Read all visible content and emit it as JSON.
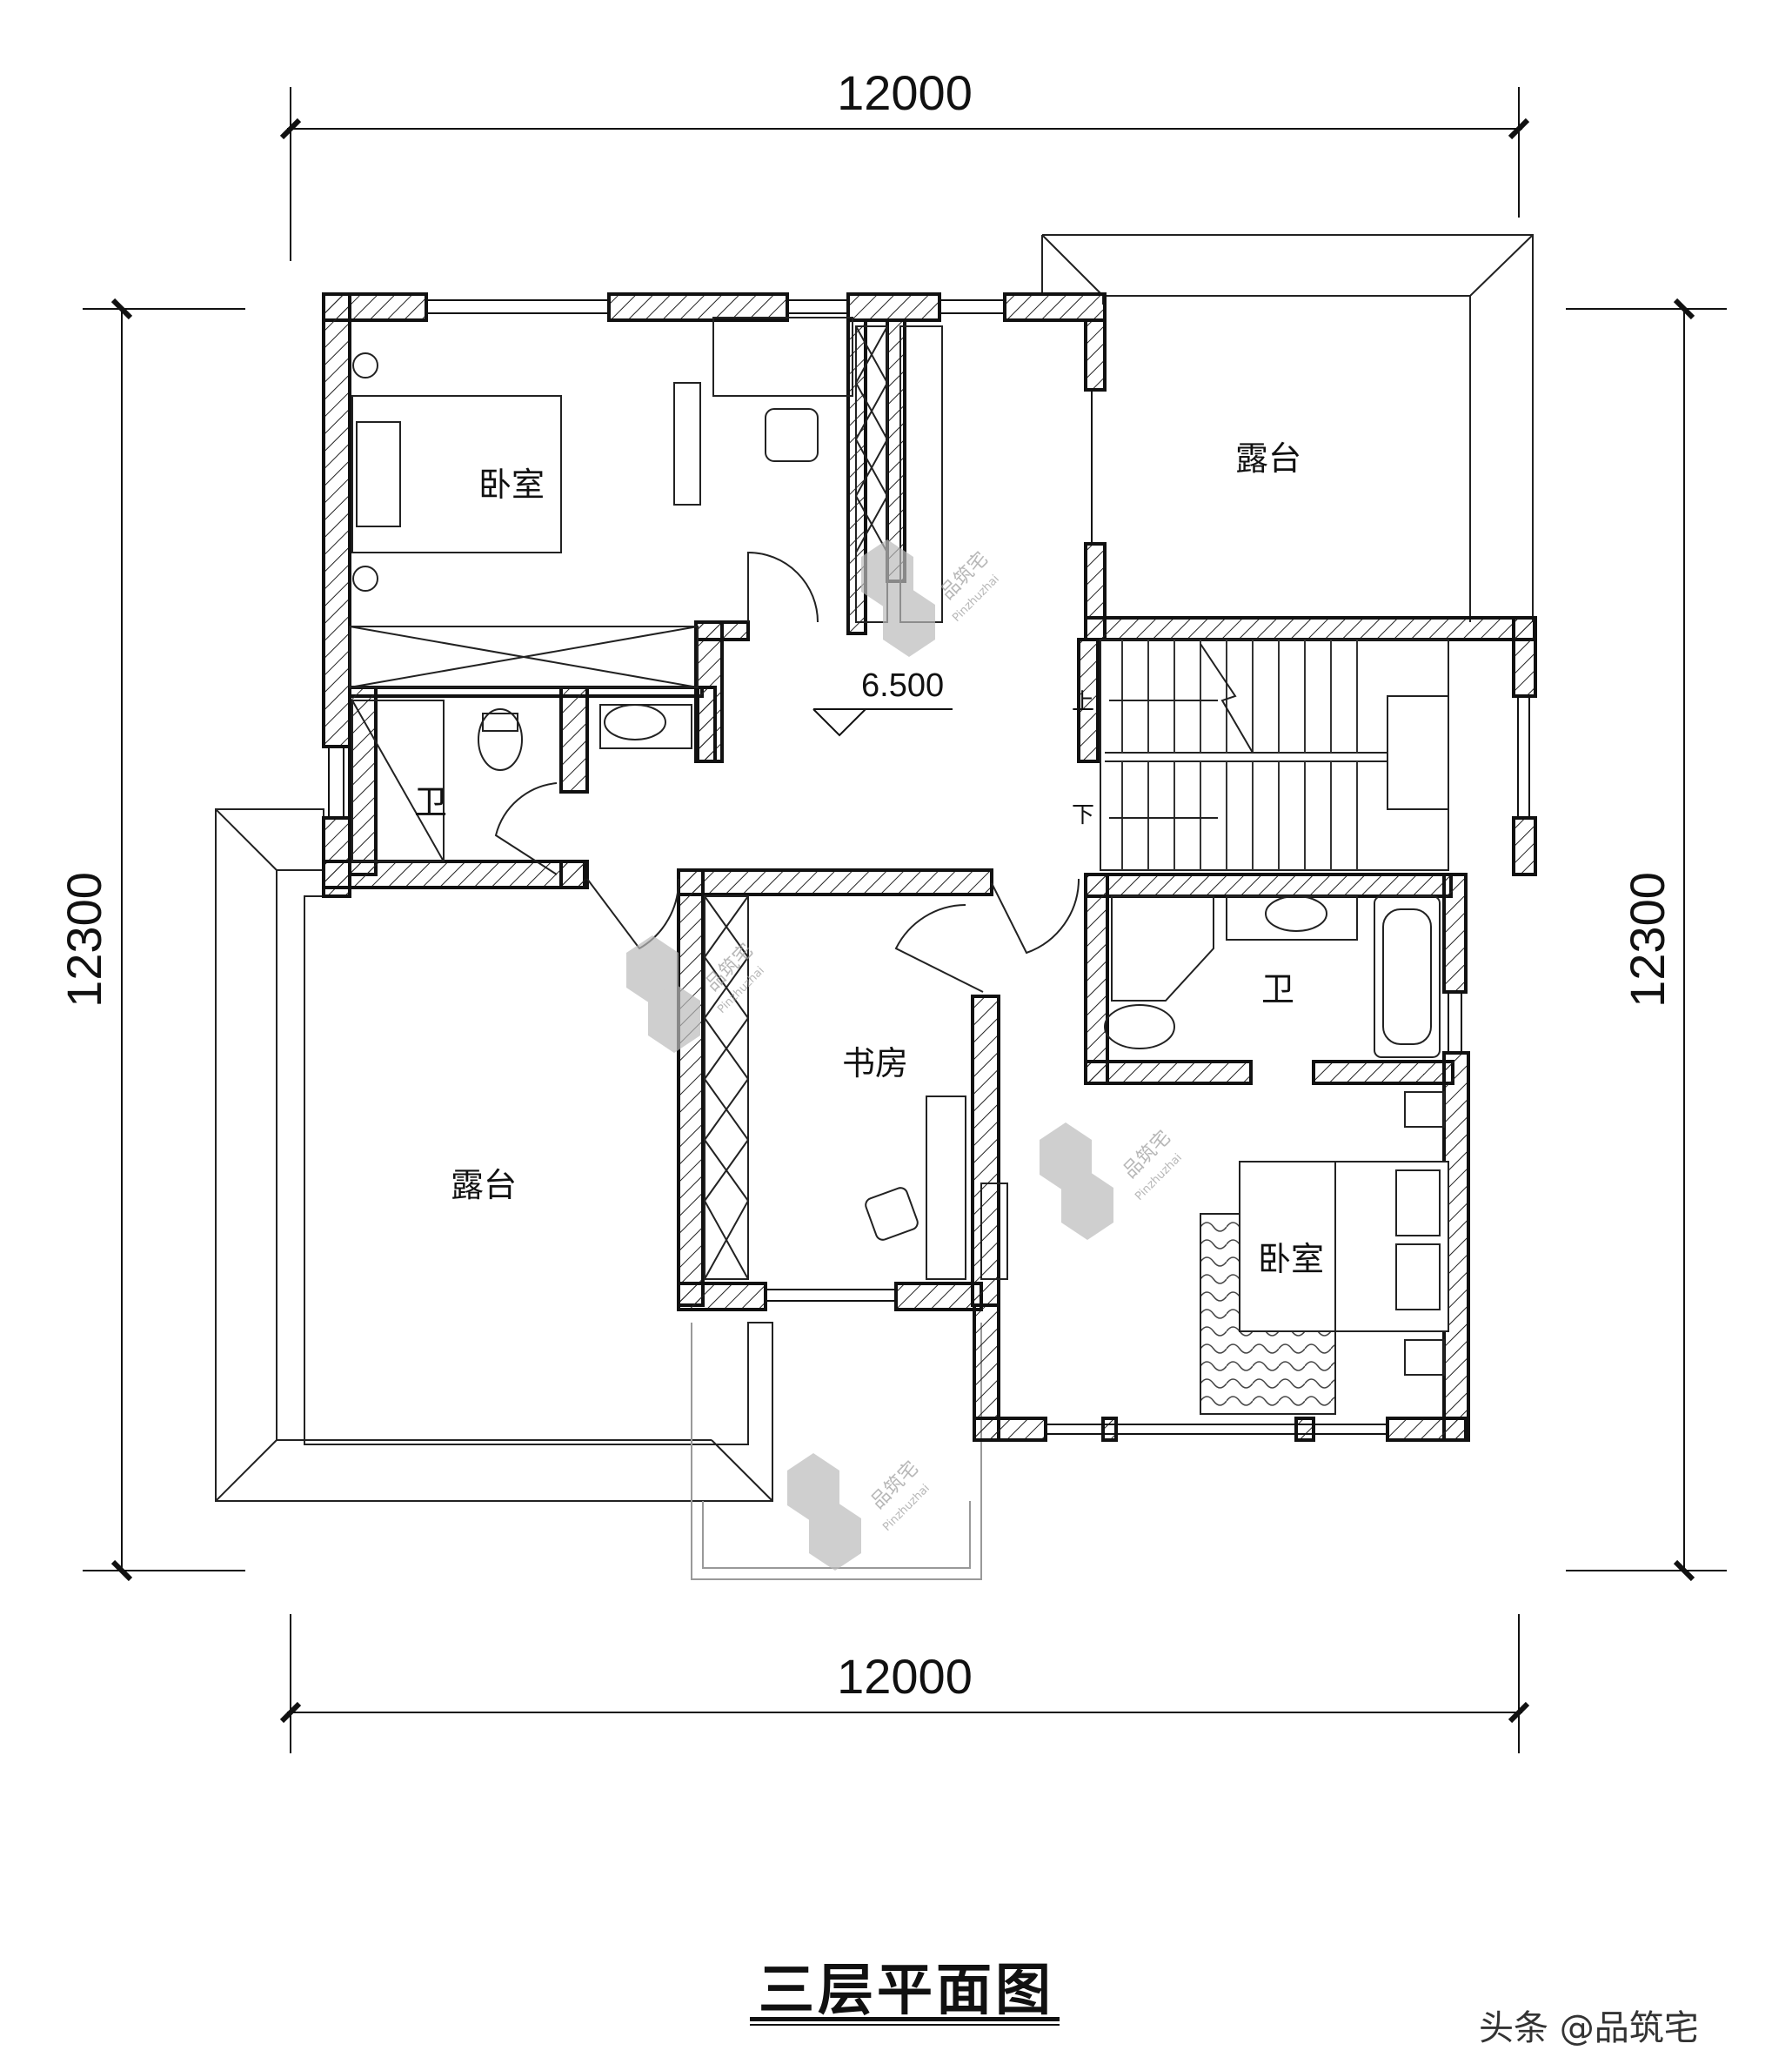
{
  "dimensions": {
    "top": "12000",
    "bottom": "12000",
    "left": "12300",
    "right": "12300"
  },
  "rooms": {
    "bedroom_nw": "卧室",
    "terrace_ne": "露台",
    "bath_w": "卫",
    "terrace_w": "露台",
    "study": "书房",
    "bath_e": "卫",
    "bedroom_se": "卧室"
  },
  "stairs": {
    "up_label": "上",
    "down_label": "下"
  },
  "level_mark": "6.500",
  "watermark": {
    "brand": "品筑宅",
    "latin": "Pinzhuzhai"
  },
  "title": "三层平面图",
  "credit": "头条 @品筑宅"
}
